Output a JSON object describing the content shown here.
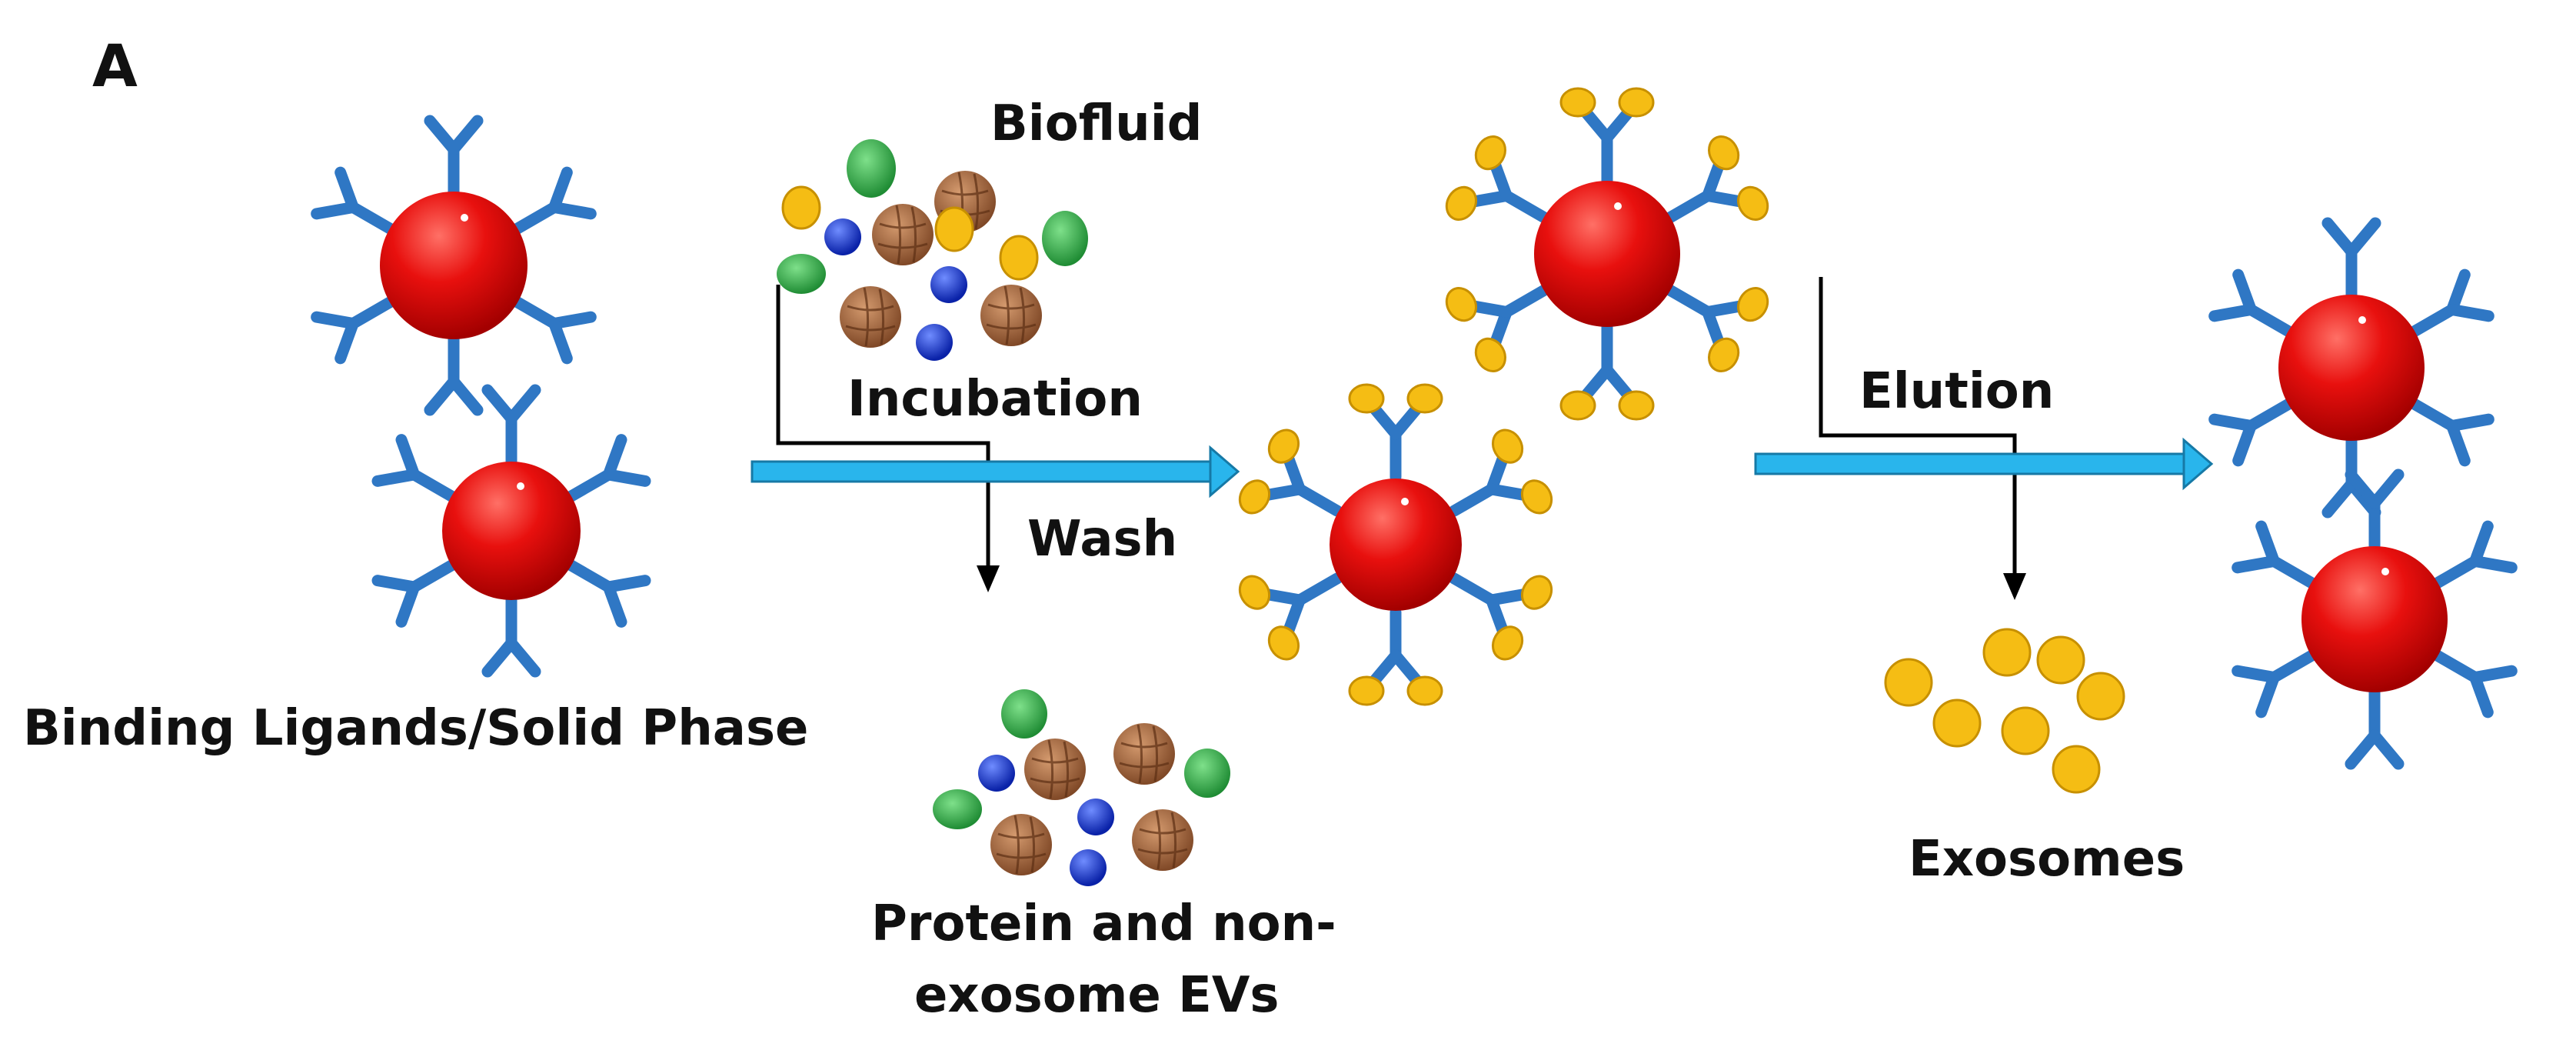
{
  "panel_label": "A",
  "labels": {
    "binding": "Binding Ligands/Solid Phase",
    "biofluid": "Biofluid",
    "incubation": "Incubation",
    "wash": "Wash",
    "protein_line1": "Protein and non-",
    "protein_line2": "exosome EVs",
    "elution": "Elution",
    "exosomes": "Exosomes"
  },
  "colors": {
    "bead": "#e8100e",
    "antibody": "#2f77c4",
    "exosome": "#f5bd14",
    "protein_green": "#35b04a",
    "protein_blue": "#1636d8",
    "non_exosome_ev": "#a0633c",
    "process_arrow": "#29b5ec",
    "branch_arrow": "#000000"
  }
}
